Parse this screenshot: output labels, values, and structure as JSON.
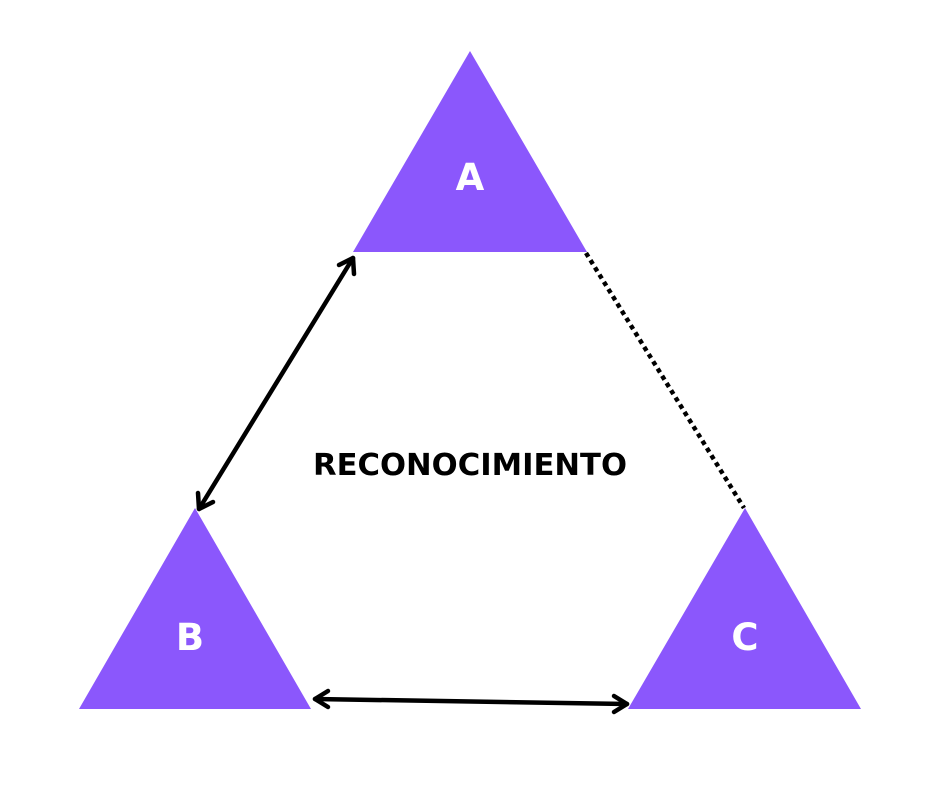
{
  "colors": {
    "background": "#ffffff",
    "triangle_fill": "#8b57fc",
    "node_text": "#ffffff",
    "connector": "#000000",
    "center_text": "#000000"
  },
  "nodes": {
    "a": {
      "label": "A"
    },
    "b": {
      "label": "B"
    },
    "c": {
      "label": "C"
    }
  },
  "center": {
    "label": "RECONOCIMIENTO"
  },
  "connections": [
    {
      "from": "A",
      "to": "B",
      "style": "solid",
      "arrows": "both"
    },
    {
      "from": "B",
      "to": "C",
      "style": "solid",
      "arrows": "both"
    },
    {
      "from": "A",
      "to": "C",
      "style": "dotted",
      "arrows": "none"
    }
  ]
}
